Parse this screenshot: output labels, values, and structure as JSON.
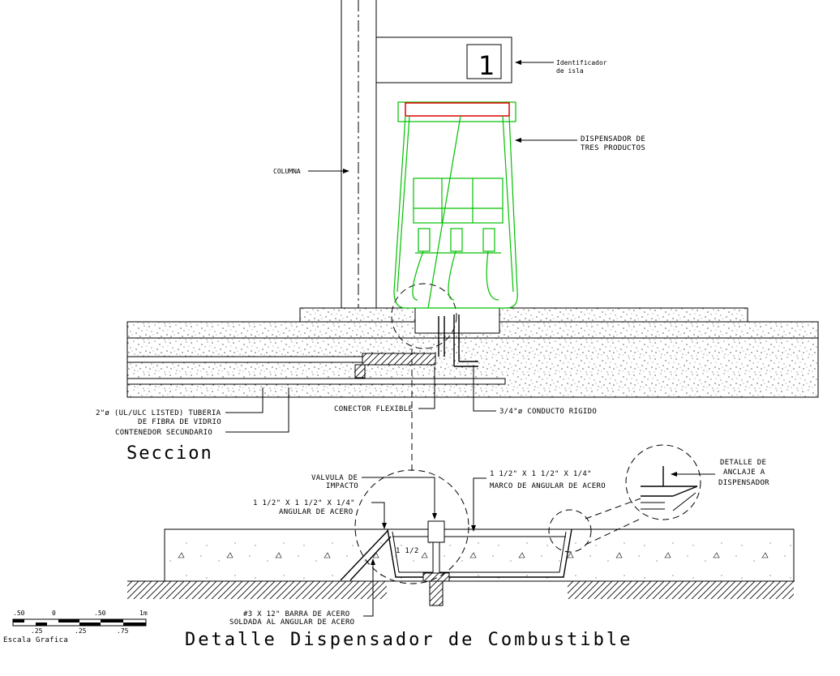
{
  "drawing": {
    "section_title": "Seccion",
    "detail_title": "Detalle Dispensador de Combustible",
    "island_number": "1",
    "labels": {
      "island_id_1": "Identificador",
      "island_id_2": "de isla",
      "dispenser_1": "DISPENSADOR DE",
      "dispenser_2": "TRES PRODUCTOS",
      "column": "COLUMNA",
      "pipe_1": "2\"ø (UL/ULC LISTED) TUBERIA",
      "pipe_2": "DE FIBRA DE VIDRIO",
      "container": "CONTENEDOR SECUNDARIO",
      "flex": "CONECTOR FLEXIBLE",
      "conduit": "3/4\"ø CONDUCTO RIGIDO",
      "valve_1": "VALVULA DE",
      "valve_2": "IMPACTO",
      "frame_1": "1 1/2\" X 1 1/2\" X 1/4\"",
      "frame_2": "MARCO DE ANGULAR DE ACERO",
      "angle_1": "1 1/2\" X 1 1/2\" X 1/4\"",
      "angle_2": "ANGULAR DE ACERO",
      "anchor_1": "DETALLE DE",
      "anchor_2": "ANCLAJE A",
      "anchor_3": "DISPENSADOR",
      "dim": "1 1/2",
      "bar_1": "#3 X 12\" BARRA DE ACERO",
      "bar_2": "SOLDADA AL ANGULAR DE ACERO"
    },
    "scale": {
      "top_ticks": [
        ".50",
        "0",
        ".50",
        "1m"
      ],
      "bottom_ticks": [
        ".25",
        ".25",
        ".75"
      ],
      "caption": "Escala Grafica"
    },
    "colors": {
      "lines": "#000000",
      "dispenser": "#00c000",
      "nozzle_bar": "#e00000",
      "background": "#ffffff"
    }
  }
}
